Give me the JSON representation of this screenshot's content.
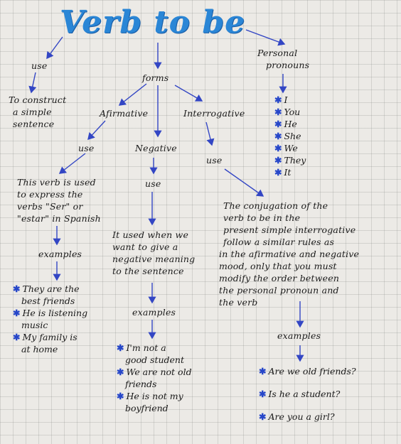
{
  "title": "Verb to be",
  "nodes": {
    "use_top": "use",
    "use_top_desc": [
      "To construct",
      "a simple",
      "sentence"
    ],
    "forms": "forms",
    "personal": [
      "Personal",
      "pronouns"
    ],
    "affirmative": "Afirmative",
    "interrogative": "Interrogative",
    "negative": "Negative",
    "aff_use": "use",
    "neg_use": "use",
    "int_use": "use",
    "aff_desc": [
      "This verb is used",
      "to express the",
      "verbs \"Ser\" or",
      "\"estar\" in Spanish"
    ],
    "neg_desc": [
      "It used when we",
      "want to give a",
      "negative meaning",
      "to the sentence"
    ],
    "int_desc": [
      "The conjugation of the",
      "verb to be in the",
      "present simple interrogative",
      "follow a similar rules as",
      "in the afirmative and negative",
      "mood, only that you must",
      "modify the order between",
      "the personal pronoun and",
      "the verb"
    ],
    "aff_examples_label": "examples",
    "neg_examples_label": "examples",
    "int_examples_label": "examples"
  },
  "pronouns": [
    "I",
    "You",
    "He",
    "She",
    "We",
    "They",
    "It"
  ],
  "aff_examples": [
    [
      "They are the",
      "best friends"
    ],
    [
      "He is listening",
      "music"
    ],
    [
      "My family is",
      "at home"
    ]
  ],
  "neg_examples": [
    [
      "I'm not a",
      "good student"
    ],
    [
      "We are not old",
      "friends"
    ],
    [
      "He is not my",
      "boyfriend"
    ]
  ],
  "int_examples": [
    "Are we old friends?",
    "Is he a student?",
    "Are you a girl?"
  ],
  "colors": {
    "title": "#2a86d6",
    "arrow": "#3346c4",
    "bullet": "#2747c9",
    "ink": "#1a1a1a"
  }
}
